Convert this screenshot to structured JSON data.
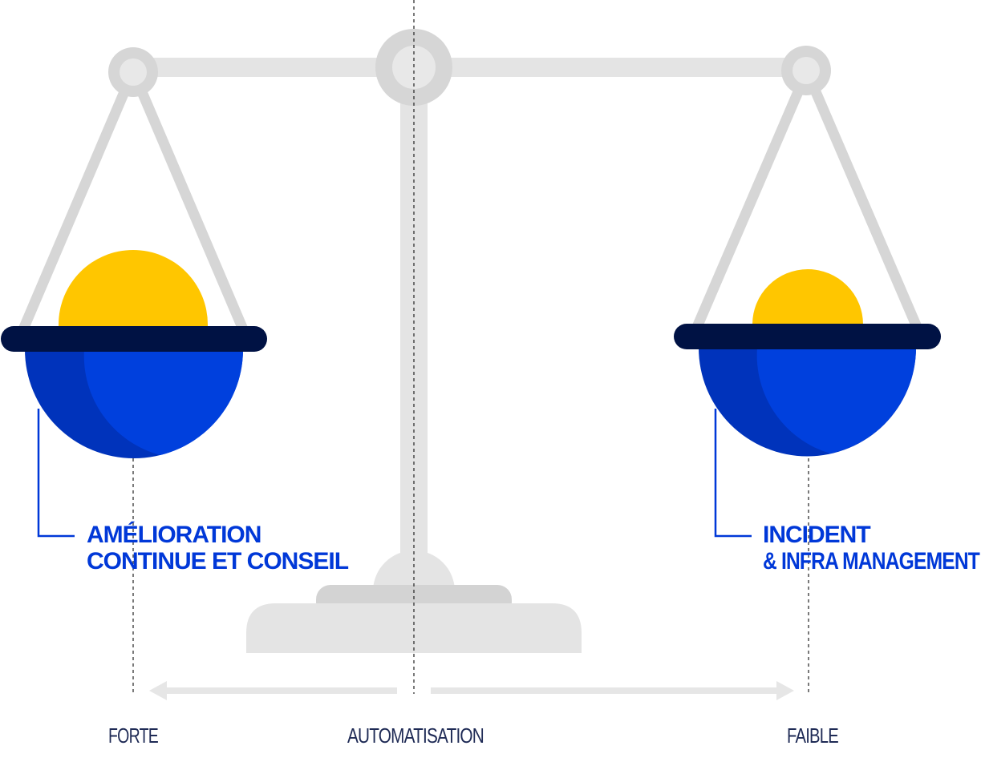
{
  "colors": {
    "beam": "#e4e4e4",
    "support": "#d6d6d6",
    "base_top": "#d3d3d3",
    "pan_blue": "#0040dd",
    "pan_blue_dark": "#0033bb",
    "pan_rim": "#001244",
    "weight_yellow": "#ffc600",
    "label_blue": "#0038d8",
    "axis_text": "#1e2a55",
    "dash": "#222222",
    "arrow": "#e6e6e6"
  },
  "icons": {
    "left_weight": "yellow-dome-weight",
    "right_weight": "yellow-dome-weight",
    "pivot": "ring-pivot",
    "arrows": "double-headed-arrow"
  },
  "left_pan": {
    "label_line1": "AMÉLIORATION",
    "label_line2": "CONTINUE ET CONSEIL"
  },
  "right_pan": {
    "label_line1": "INCIDENT",
    "label_line2": "& INFRA MANAGEMENT"
  },
  "axis": {
    "left": "FORTE",
    "center": "AUTOMATISATION",
    "right": "FAIBLE"
  }
}
